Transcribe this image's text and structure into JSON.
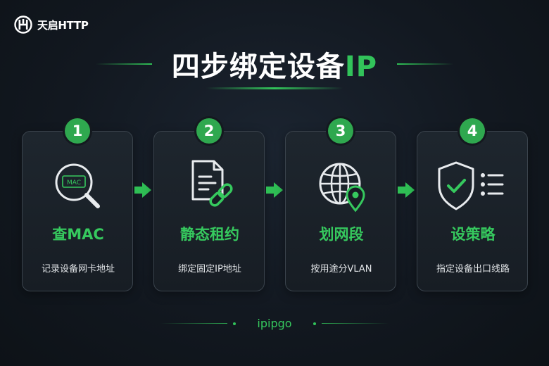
{
  "brand": {
    "name": "天启HTTP",
    "logo_icon": "th-monogram-icon"
  },
  "title": {
    "main": "四步绑定设备",
    "accent": "IP"
  },
  "colors": {
    "accent": "#32c35a",
    "badge": "#2fa84f",
    "card_border": "#3a434c",
    "background": "#121820"
  },
  "steps": [
    {
      "number": "1",
      "title": "查MAC",
      "description": "记录设备网卡地址",
      "icon": "magnifier-mac-icon",
      "icon_label": "MAC"
    },
    {
      "number": "2",
      "title": "静态租约",
      "description": "绑定固定IP地址",
      "icon": "document-link-icon"
    },
    {
      "number": "3",
      "title": "划网段",
      "description": "按用途分VLAN",
      "icon": "globe-location-icon"
    },
    {
      "number": "4",
      "title": "设策略",
      "description": "指定设备出口线路",
      "icon": "shield-check-list-icon"
    }
  ],
  "footer": {
    "text": "ipipgo"
  }
}
